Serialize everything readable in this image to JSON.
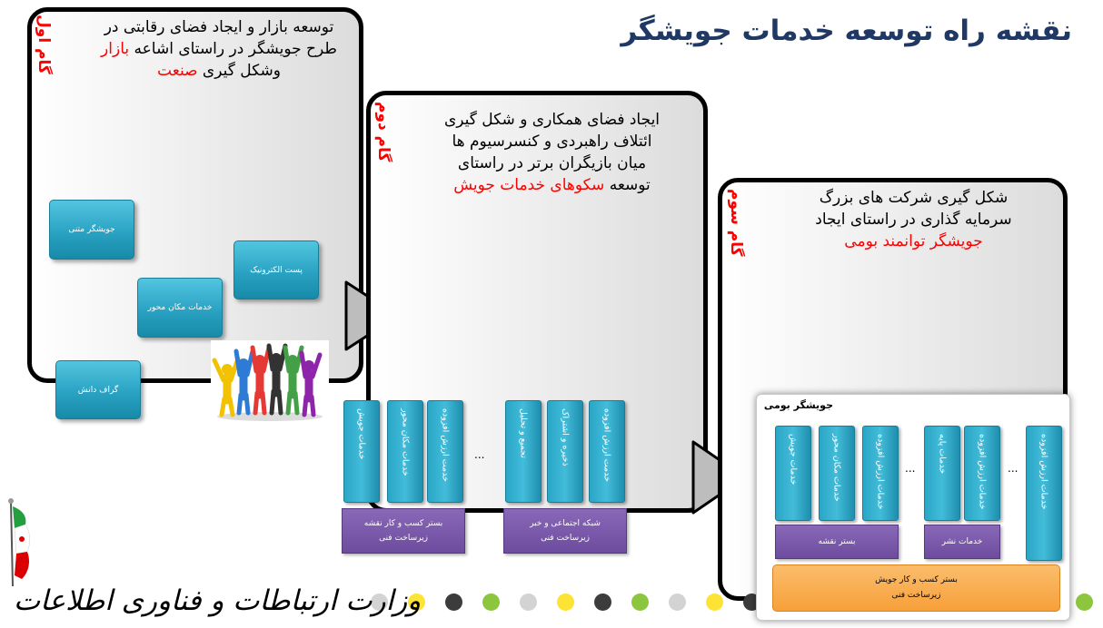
{
  "title": "نقشه راه توسعه خدمات جویشگر",
  "steps": [
    {
      "label": "گام اول",
      "line1": "توسعه بازار و ایجاد فضای رقابتی در",
      "line2a": "طرح جویشگر در راستای اشاعه ",
      "line2b": "بازار",
      "line3a": "وشکل گیری ",
      "line3b": "صنعت"
    },
    {
      "label": "گام دوم",
      "line1": "ایجاد فضای همکاری و شکل گیری",
      "line2": "ائتلاف راهبردی و کنسرسیوم ها",
      "line3": "میان بازیگران برتر در راستای",
      "line4a": "توسعه ",
      "line4b": "سکوهای خدمات جویش"
    },
    {
      "label": "گام سوم",
      "line1": "شکل گیری شرکت های بزرگ",
      "line2": "سرمایه گذاری در راستای ایجاد",
      "line3": "جویشگر توانمند بومی"
    }
  ],
  "step1_tiles": [
    "جویشگر متنی",
    "پست الکترونیک",
    "خدمات مکان محور",
    "گراف دانش"
  ],
  "step2": {
    "pillars_a": [
      "خدمات جویش",
      "خدمات مکان محور",
      "خدمت ارزش افزوده"
    ],
    "pillars_b": [
      "تجمیع و تحلیل",
      "ذخیره و اشتراک",
      "خدمت ارزش افزوده"
    ],
    "ellipsis": "...",
    "base_a_line1": "بستر کسب و کار نقشه",
    "base_a_line2": "زیرساخت فنی",
    "base_b_line1": "شبکه اجتماعی و خبر",
    "base_b_line2": "زیرساخت فنی"
  },
  "step3_panel": {
    "title": "جویشگر بومی",
    "pillars_a": [
      "خدمات جویش",
      "خدمات مکان محور",
      "خدمات ارزش افزوده"
    ],
    "pillars_b": [
      "خدمات پایه",
      "خدمات ارزش افزوده"
    ],
    "pillar_c": "خدمات ارزش افزوده",
    "ellipsis": "...",
    "base_a": "بستر نقشه",
    "base_b": "خدمات نشر",
    "foundation_line1": "بستر کسب و کار جویش",
    "foundation_line2": "زیرساخت فنی"
  },
  "footer": {
    "ministry": "وزارت ارتباطات و فناوری اطلاعات"
  },
  "colors": {
    "title": "#1f3864",
    "accent_red": "#ff0000",
    "tile_blue": "#2aa2c3",
    "purple": "#6d4c9f",
    "orange": "#f7a03a",
    "dot_palette": [
      "#d3d3d3",
      "#fde333",
      "#3c3c3c",
      "#8cc63f"
    ]
  }
}
